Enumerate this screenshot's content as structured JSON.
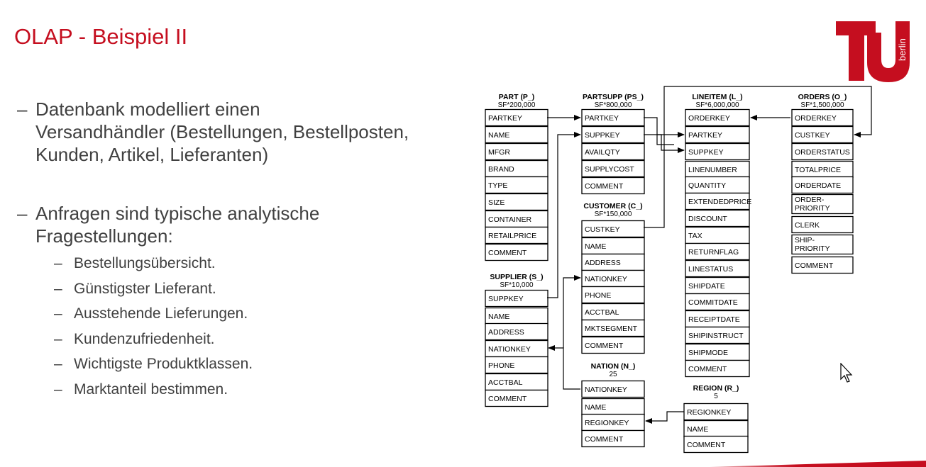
{
  "slide": {
    "title": "OLAP - Beispiel II",
    "bullets": [
      {
        "dash": "–",
        "lines": [
          "Datenbank modelliert einen",
          "Versandhändler (Bestellungen, Bestellposten,",
          "Kunden, Artikel, Lieferanten)"
        ]
      },
      {
        "dash": "–",
        "lines": [
          "Anfragen sind typische analytische",
          "Fragestellungen:"
        ]
      }
    ],
    "subbullets": [
      "Bestellungsübersicht.",
      "Günstigster Lieferant.",
      "Ausstehende Lieferungen.",
      "Kundenzufriedenheit.",
      "Wichtigste Produktklassen.",
      "Marktanteil bestimmen."
    ],
    "subdash": "–"
  },
  "logo": {
    "text": "berlin",
    "color": "#c50e1f"
  },
  "schema": {
    "tables": [
      {
        "id": "part",
        "name": "PART (P_)",
        "sf": "SF*200,000",
        "fields": [
          "PARTKEY",
          "NAME",
          "MFGR",
          "BRAND",
          "TYPE",
          "SIZE",
          "CONTAINER",
          "RETAILPRICE",
          "COMMENT"
        ]
      },
      {
        "id": "supplier",
        "name": "SUPPLIER (S_)",
        "sf": "SF*10,000",
        "fields": [
          "SUPPKEY",
          "NAME",
          "ADDRESS",
          "NATIONKEY",
          "PHONE",
          "ACCTBAL",
          "COMMENT"
        ]
      },
      {
        "id": "partsupp",
        "name": "PARTSUPP (PS_)",
        "sf": "SF*800,000",
        "fields": [
          "PARTKEY",
          "SUPPKEY",
          "AVAILQTY",
          "SUPPLYCOST",
          "COMMENT"
        ]
      },
      {
        "id": "customer",
        "name": "CUSTOMER (C_)",
        "sf": "SF*150,000",
        "fields": [
          "CUSTKEY",
          "NAME",
          "ADDRESS",
          "NATIONKEY",
          "PHONE",
          "ACCTBAL",
          "MKTSEGMENT",
          "COMMENT"
        ]
      },
      {
        "id": "nation",
        "name": "NATION (N_)",
        "sf": "25",
        "fields": [
          "NATIONKEY",
          "NAME",
          "REGIONKEY",
          "COMMENT"
        ]
      },
      {
        "id": "lineitem",
        "name": "LINEITEM (L_)",
        "sf": "SF*6,000,000",
        "fields": [
          "ORDERKEY",
          "PARTKEY",
          "SUPPKEY",
          "LINENUMBER",
          "QUANTITY",
          "EXTENDEDPRICE",
          "DISCOUNT",
          "TAX",
          "RETURNFLAG",
          "LINESTATUS",
          "SHIPDATE",
          "COMMITDATE",
          "RECEIPTDATE",
          "SHIPINSTRUCT",
          "SHIPMODE",
          "COMMENT"
        ]
      },
      {
        "id": "region",
        "name": "REGION (R_)",
        "sf": "5",
        "fields": [
          "REGIONKEY",
          "NAME",
          "COMMENT"
        ]
      },
      {
        "id": "orders",
        "name": "ORDERS (O_)",
        "sf": "SF*1,500,000",
        "fields": [
          "ORDERKEY",
          "CUSTKEY",
          "ORDERSTATUS",
          "TOTALPRICE",
          "ORDERDATE",
          "ORDER-|PRIORITY",
          "CLERK",
          "SHIP-|PRIORITY",
          "COMMENT"
        ]
      }
    ]
  }
}
